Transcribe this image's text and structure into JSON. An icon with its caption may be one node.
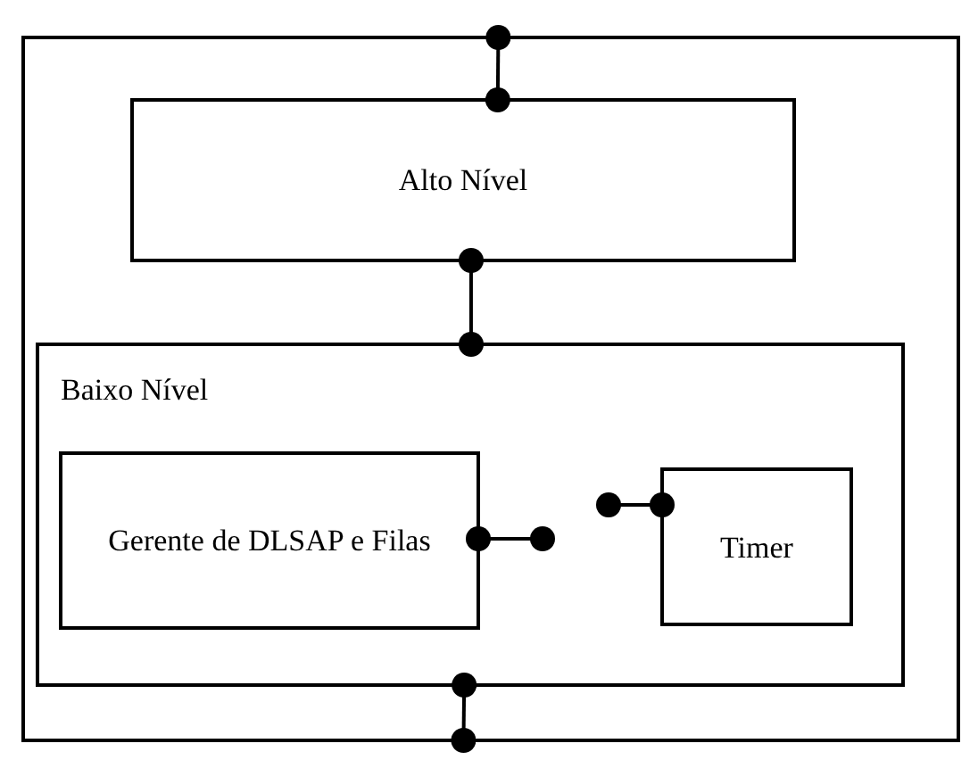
{
  "diagram": {
    "nodes": [
      {
        "text": [],
        "shape": "box"
      },
      {
        "text": [
          "Alto Nível"
        ],
        "in": 0
      },
      {
        "text": [
          "Baixo Nível"
        ],
        "in": 0
      },
      {
        "text": [
          "Gerente de DLSAP e Filas"
        ],
        "in": 2
      },
      {
        "text": [
          "Timer"
        ],
        "in": 2
      }
    ],
    "edges": [
      {
        "from": 0,
        "to": 1,
        "arrow": "other"
      },
      {
        "from": 1,
        "to": 2,
        "arrow": "other"
      },
      {
        "from": 2,
        "to": 0,
        "arrow": "other"
      },
      {
        "from": 3,
        "to": null,
        "arrow": "other"
      },
      {
        "from": null,
        "to": 4,
        "arrow": "other"
      }
    ]
  }
}
